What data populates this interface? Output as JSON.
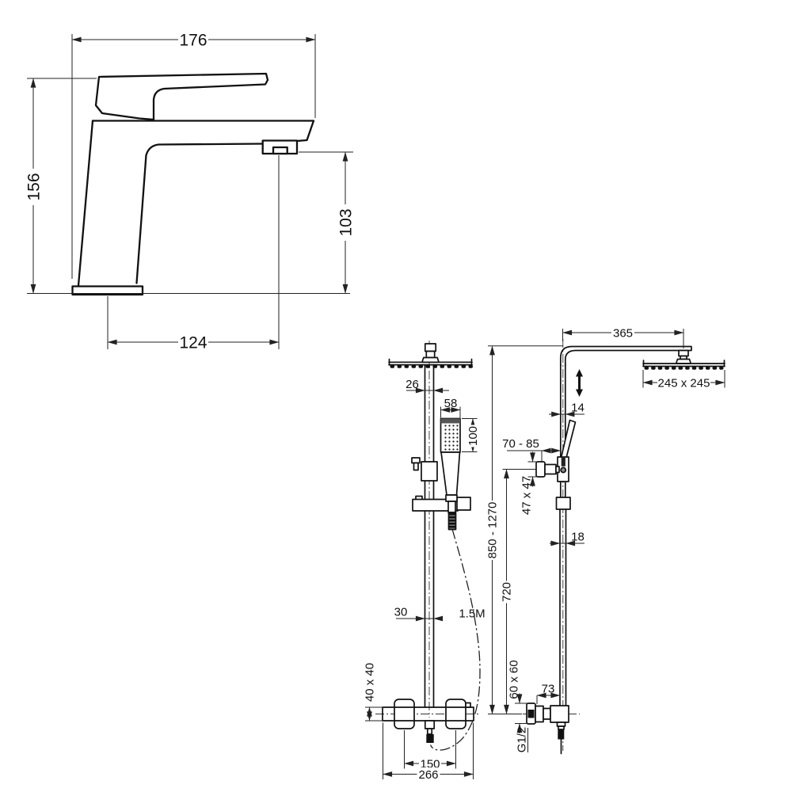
{
  "drawing": {
    "background": "#ffffff",
    "line_color": "#111111",
    "dim_color": "#222222"
  },
  "faucet_view": {
    "name": "basin-mixer-side-elevation",
    "dims": {
      "spout_reach": "176",
      "total_height": "156",
      "spout_height": "103",
      "base_width": "124"
    }
  },
  "shower_front_view": {
    "name": "shower-column-front-elevation",
    "dims": {
      "upper_pipe_width": "26",
      "handset_width": "58",
      "handset_face_length": "100",
      "lower_pipe_width": "30",
      "hose_length": "1.5M",
      "mixer_body": "40 x 40",
      "inlet_spacing": "150",
      "mixer_width": "266"
    }
  },
  "shower_side_view": {
    "name": "shower-column-side-elevation",
    "dims": {
      "arm_length": "365",
      "head_size": "245 x 245",
      "upper_pipe_width": "14",
      "wall_offset": "70 - 85",
      "bracket_plate": "47 x 47",
      "lower_pipe_width": "18",
      "height_range": "850 - 1270",
      "lower_height": "720",
      "body_plate": "60 x 60",
      "outlet_offset": "73",
      "thread": "G1/2"
    }
  }
}
